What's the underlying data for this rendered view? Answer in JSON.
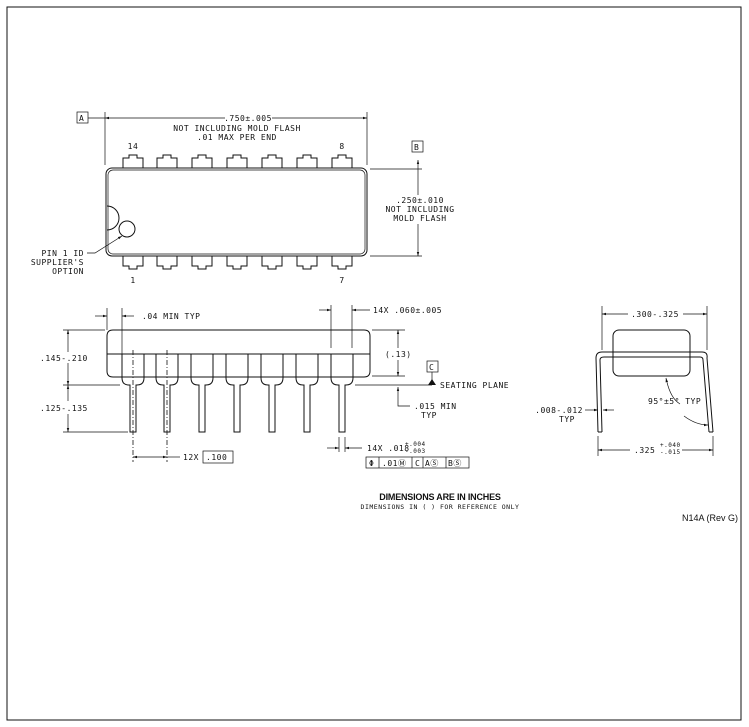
{
  "top_view": {
    "datum_a": "A",
    "datum_b": "B",
    "length_dim": ".750±.005",
    "length_note_1": "NOT INCLUDING MOLD FLASH",
    "length_note_2": ".01 MAX PER END",
    "pin_14": "14",
    "pin_8": "8",
    "pin_1": "1",
    "pin_7": "7",
    "width_dim": ".250±.010",
    "width_note_1": "NOT INCLUDING",
    "width_note_2": "MOLD FLASH",
    "pin1_note_1": "PIN 1 ID",
    "pin1_note_2": "SUPPLIER'S",
    "pin1_note_3": "OPTION"
  },
  "side_view": {
    "shoulder_dim": ".04 MIN TYP",
    "lead_width_dim": "14X .060±.005",
    "body_height_dim": ".145-.210",
    "lead_length_dim": ".125-.135",
    "ref_height": "(.13)",
    "datum_c": "C",
    "seating_plane": "SEATING PLANE",
    "standoff_1": ".015 MIN",
    "standoff_2": "TYP",
    "pitch_prefix": "12X",
    "pitch_value": ".100",
    "lead_dia_prefix": "14X .018",
    "lead_dia_plus": "+.004",
    "lead_dia_minus": "-.003",
    "fcf": [
      "Φ",
      ".01Ⓜ",
      "C",
      "AⓈ",
      "BⓈ"
    ]
  },
  "end_view": {
    "body_width_dim": ".300-.325",
    "angle_dim": "95°±5°  TYP",
    "lead_thickness_1": ".008-.012",
    "lead_thickness_2": "TYP",
    "span_dim": ".325",
    "span_plus": "+.040",
    "span_minus": "-.015"
  },
  "notes": {
    "units": "DIMENSIONS ARE IN INCHES",
    "reference": "DIMENSIONS IN (   ) FOR REFERENCE ONLY",
    "drawing_id": "N14A (Rev G)"
  }
}
